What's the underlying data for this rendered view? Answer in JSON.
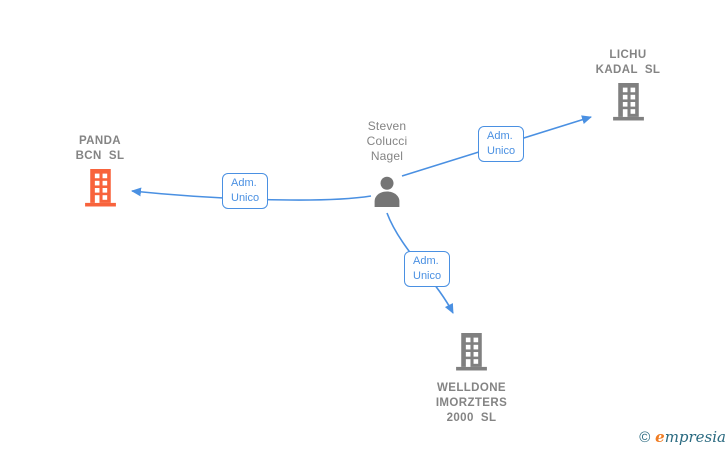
{
  "diagram": {
    "person": {
      "name": "Steven\nColucci\nNagel"
    },
    "companies": [
      {
        "id": "panda",
        "name": "PANDA\nBCN  SL",
        "highlighted": true
      },
      {
        "id": "lichu",
        "name": "LICHU\nKADAL  SL",
        "highlighted": false
      },
      {
        "id": "welldone",
        "name": "WELLDONE\nIMORZTERS\n2000  SL",
        "highlighted": false
      }
    ],
    "edges": [
      {
        "from": "Steven Colucci Nagel",
        "to": "PANDA BCN SL",
        "label": "Adm.\nUnico"
      },
      {
        "from": "Steven Colucci Nagel",
        "to": "LICHU KADAL SL",
        "label": "Adm.\nUnico"
      },
      {
        "from": "Steven Colucci Nagel",
        "to": "WELLDONE IMORZTERS 2000 SL",
        "label": "Adm.\nUnico"
      }
    ],
    "colors": {
      "edge": "#4a90e2",
      "label_text": "#4a90e2",
      "company_text": "#848484",
      "company_icon": "#808080",
      "highlight_icon": "#f8633c",
      "person_icon": "#757575"
    }
  },
  "footer": {
    "copyright": "©",
    "brand_first": "e",
    "brand_rest": "mpresia"
  }
}
